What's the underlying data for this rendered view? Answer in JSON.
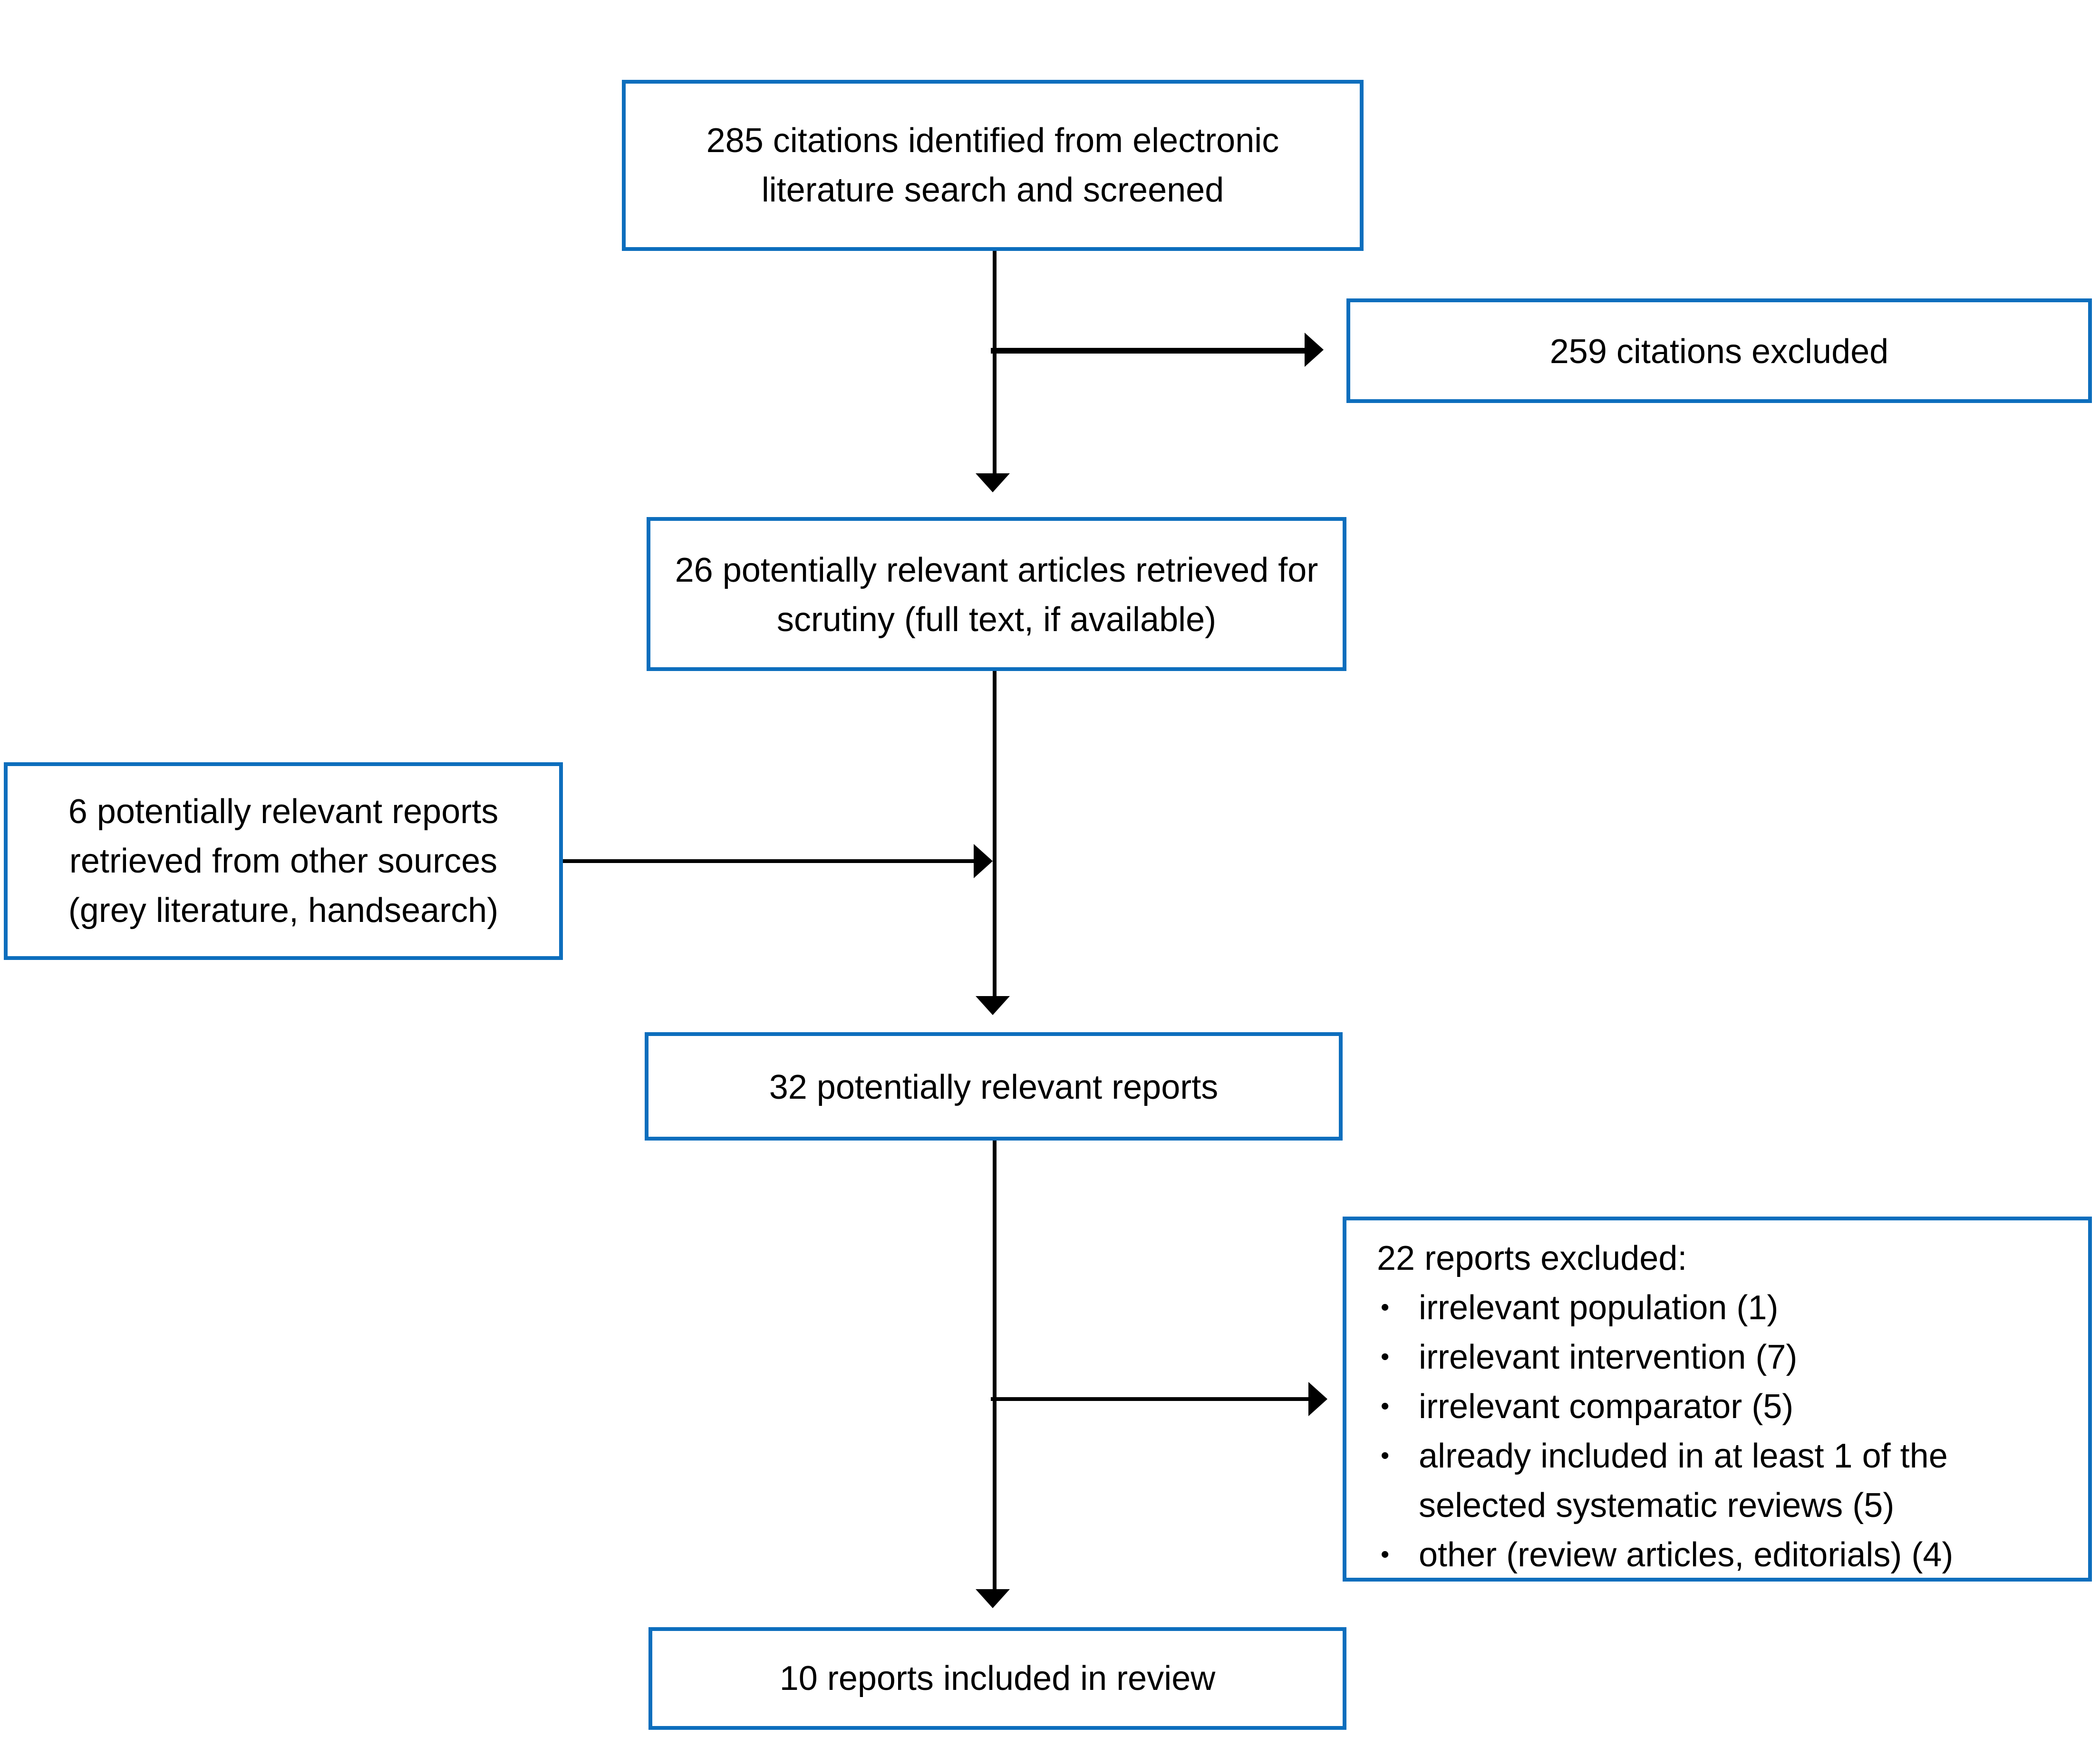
{
  "diagram": {
    "type": "study-selection-flowchart",
    "accent_color": "#0d6ebd",
    "line_color": "#000000",
    "boxes": {
      "identified": {
        "text": "285 citations identified from electronic literature search and screened"
      },
      "excluded_citations": {
        "text": "259 citations excluded"
      },
      "retrieved": {
        "text": "26 potentially relevant articles retrieved for scrutiny (full text, if available)"
      },
      "other_sources": {
        "text": "6 potentially relevant reports retrieved from other sources (grey literature, handsearch)"
      },
      "combined": {
        "text": "32 potentially relevant reports"
      },
      "excluded_reports": {
        "title": "22 reports excluded:",
        "bullet_char": "•",
        "items": [
          "irrelevant population (1)",
          "irrelevant intervention (7)",
          "irrelevant comparator (5)",
          "already included in at least 1 of the selected systematic reviews (5)",
          "other (review articles, editorials) (4)"
        ]
      },
      "included": {
        "text": "10 reports included in review"
      }
    }
  }
}
